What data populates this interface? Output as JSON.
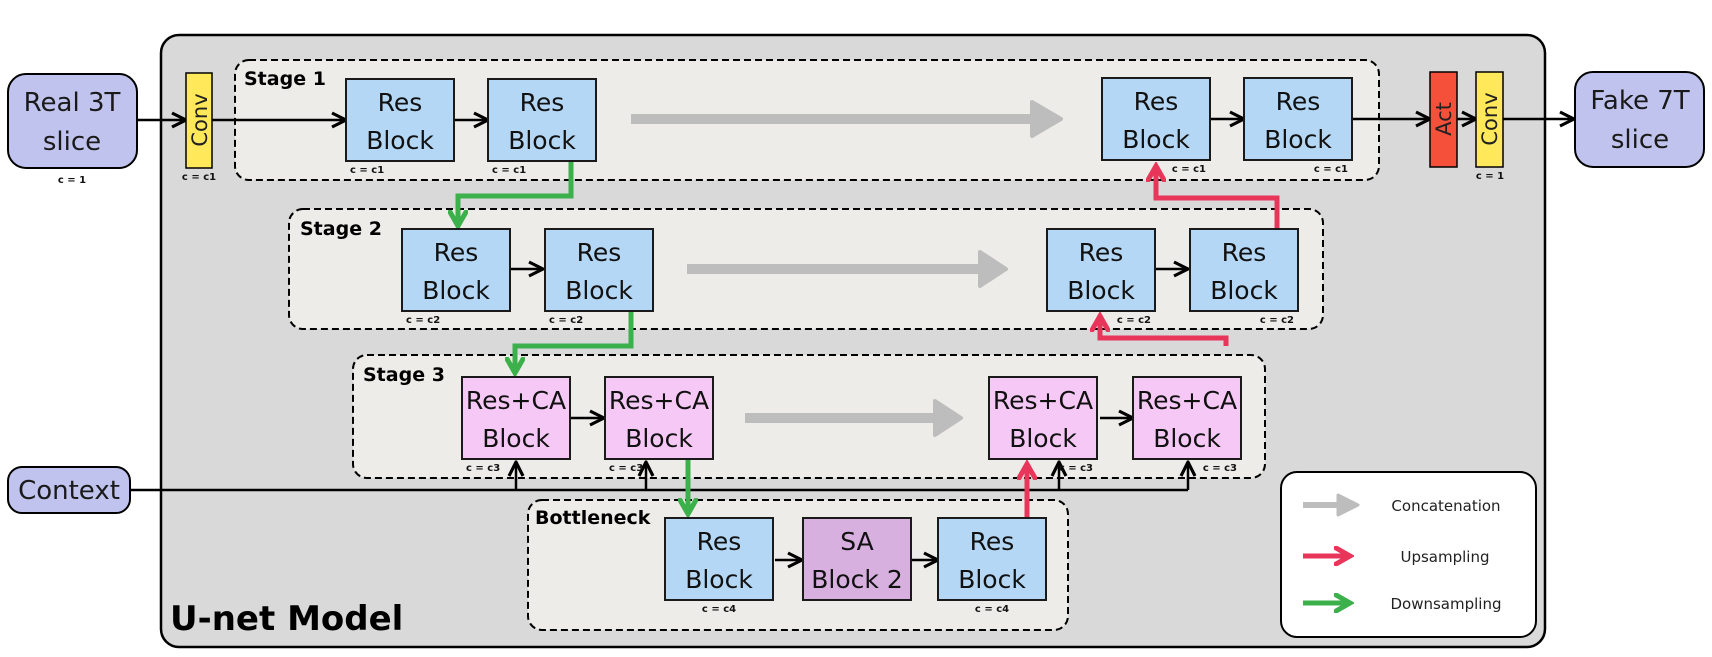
{
  "colors": {
    "model_bg": "#d9d9d9",
    "stage_bg": "#eeece8",
    "res_block": "#b4d7f5",
    "res_ca_block": "#f5c8f5",
    "sa_block": "#d7b0e0",
    "io_node": "#bfc3ee",
    "conv": "#ffe95a",
    "act": "#f4503a",
    "concat": "#bdbdbd",
    "upsample": "#e8365b",
    "downsample": "#3cb04a"
  },
  "model": {
    "title": "U-net Model"
  },
  "input": {
    "label_line1": "Real 3T",
    "label_line2": "slice",
    "channels": "c = 1"
  },
  "output": {
    "label_line1": "Fake 7T",
    "label_line2": "slice"
  },
  "context": {
    "label": "Context"
  },
  "input_conv": {
    "label": "Conv",
    "channels": "c = c1"
  },
  "output_act": {
    "label": "Act"
  },
  "output_conv": {
    "label": "Conv",
    "channels": "c = 1"
  },
  "stages": [
    {
      "title": "Stage 1",
      "encoder": [
        {
          "line1": "Res",
          "line2": "Block",
          "channels": "c = c1"
        },
        {
          "line1": "Res",
          "line2": "Block",
          "channels": "c = c1"
        }
      ],
      "decoder": [
        {
          "line1": "Res",
          "line2": "Block",
          "channels": "c = c1"
        },
        {
          "line1": "Res",
          "line2": "Block",
          "channels": "c = c1"
        }
      ]
    },
    {
      "title": "Stage 2",
      "encoder": [
        {
          "line1": "Res",
          "line2": "Block",
          "channels": "c = c2"
        },
        {
          "line1": "Res",
          "line2": "Block",
          "channels": "c = c2"
        }
      ],
      "decoder": [
        {
          "line1": "Res",
          "line2": "Block",
          "channels": "c = c2"
        },
        {
          "line1": "Res",
          "line2": "Block",
          "channels": "c = c2"
        }
      ]
    },
    {
      "title": "Stage 3",
      "encoder": [
        {
          "line1": "Res+CA",
          "line2": "Block",
          "channels": "c = c3"
        },
        {
          "line1": "Res+CA",
          "line2": "Block",
          "channels": "c = c3"
        }
      ],
      "decoder": [
        {
          "line1": "Res+CA",
          "line2": "Block",
          "channels": "c = c3"
        },
        {
          "line1": "Res+CA",
          "line2": "Block",
          "channels": "c = c3"
        }
      ]
    }
  ],
  "bottleneck": {
    "title": "Bottleneck",
    "blocks": [
      {
        "line1": "Res",
        "line2": "Block",
        "channels": "c = c4"
      },
      {
        "line1": "SA",
        "line2": "Block 2",
        "channels": ""
      },
      {
        "line1": "Res",
        "line2": "Block",
        "channels": "c = c4"
      }
    ]
  },
  "legend": {
    "items": [
      {
        "label": "Concatenation",
        "kind": "concat"
      },
      {
        "label": "Upsampling",
        "kind": "upsample"
      },
      {
        "label": "Downsampling",
        "kind": "downsample"
      }
    ]
  }
}
